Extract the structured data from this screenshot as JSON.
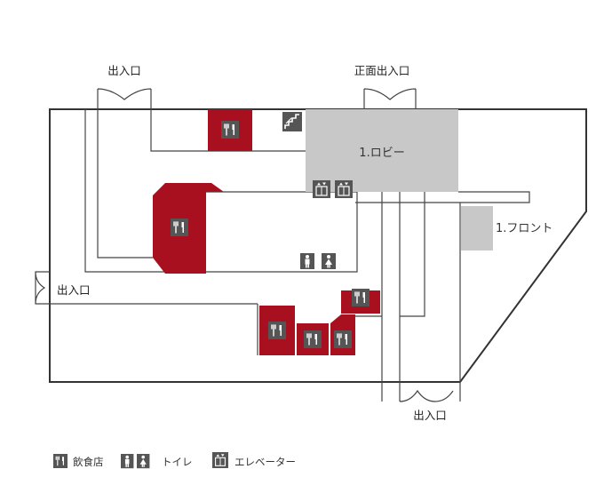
{
  "labels": {
    "entrance_top": "出入口",
    "entrance_main": "正面出入口",
    "entrance_left": "出入口",
    "entrance_bottom": "出入口",
    "lobby": "1.ロビー",
    "front": "1.フロント"
  },
  "legend": {
    "restaurant": "飲食店",
    "toilet": "トイレ",
    "elevator": "エレベーター"
  },
  "icons": {
    "restaurant": "fork-knife-icon",
    "toilet": "toilet-icon",
    "elevator": "elevator-icon",
    "stairs": "stairs-icon"
  },
  "colors": {
    "restaurant": "#a8101f",
    "lobby": "#c8c8c8",
    "front": "#c8c8c8",
    "icon": "#555555"
  }
}
